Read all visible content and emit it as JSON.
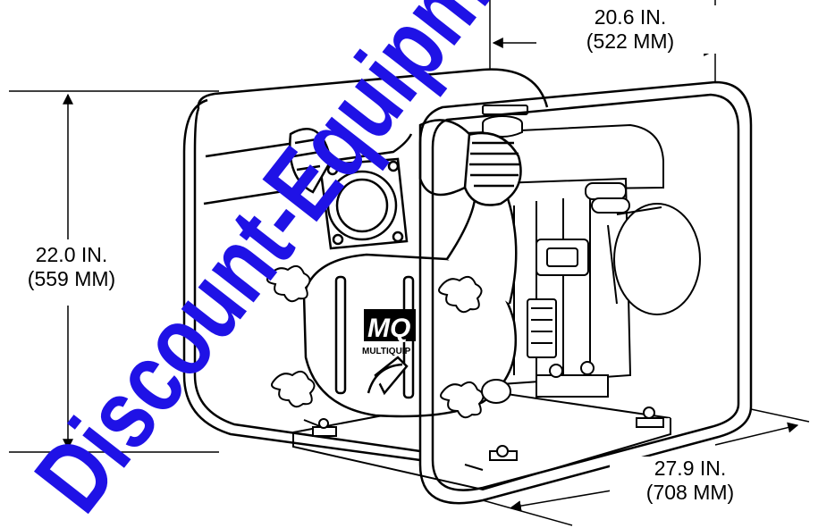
{
  "dimensions": {
    "width": {
      "imperial": "20.6 IN.",
      "metric": "(522 MM)"
    },
    "height": {
      "imperial": "22.0 IN.",
      "metric": "(559 MM)"
    },
    "depth": {
      "imperial": "27.9 IN.",
      "metric": "(708 MM)"
    }
  },
  "logo": {
    "mark": "MQ",
    "brand": "MULTIQUIP"
  },
  "watermark": {
    "text": "Discount-Equipment",
    "color": "#1f12e6"
  },
  "colors": {
    "line": "#000000",
    "background": "#ffffff"
  }
}
